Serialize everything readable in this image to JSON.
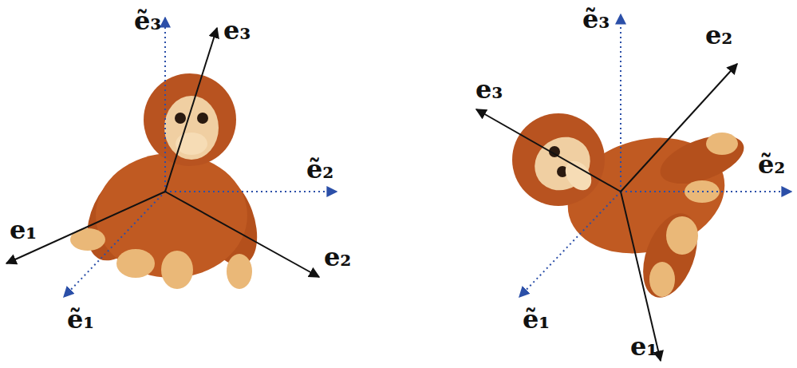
{
  "diagram": {
    "labels": [
      "ẽ₃",
      "e₃",
      "ẽ₂",
      "e₁",
      "e₂",
      "ẽ₁",
      "ẽ₃",
      "e₂",
      "e₃",
      "ẽ₂",
      "ẽ₁",
      "e₁"
    ]
  }
}
